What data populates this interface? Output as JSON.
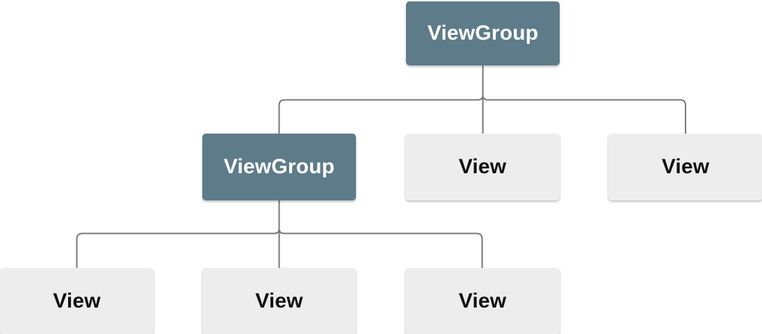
{
  "diagram": {
    "type": "tree",
    "description": "View hierarchy tree diagram",
    "colors": {
      "background": "#ffffff",
      "viewgroup_fill": "#5E7B89",
      "viewgroup_text": "#ffffff",
      "view_fill": "#EDEDED",
      "view_text": "#111111",
      "connector": "#767676"
    },
    "nodes": [
      {
        "id": "root",
        "label": "ViewGroup",
        "type": "viewgroup",
        "level": 0
      },
      {
        "id": "child-viewgroup",
        "label": "ViewGroup",
        "type": "viewgroup",
        "level": 1
      },
      {
        "id": "child-view-1",
        "label": "View",
        "type": "view",
        "level": 1
      },
      {
        "id": "child-view-2",
        "label": "View",
        "type": "view",
        "level": 1
      },
      {
        "id": "grandchild-view-1",
        "label": "View",
        "type": "view",
        "level": 2
      },
      {
        "id": "grandchild-view-2",
        "label": "View",
        "type": "view",
        "level": 2
      },
      {
        "id": "grandchild-view-3",
        "label": "View",
        "type": "view",
        "level": 2
      }
    ],
    "edges": [
      {
        "from": "root",
        "to": "child-viewgroup"
      },
      {
        "from": "root",
        "to": "child-view-1"
      },
      {
        "from": "root",
        "to": "child-view-2"
      },
      {
        "from": "child-viewgroup",
        "to": "grandchild-view-1"
      },
      {
        "from": "child-viewgroup",
        "to": "grandchild-view-2"
      },
      {
        "from": "child-viewgroup",
        "to": "grandchild-view-3"
      }
    ]
  }
}
